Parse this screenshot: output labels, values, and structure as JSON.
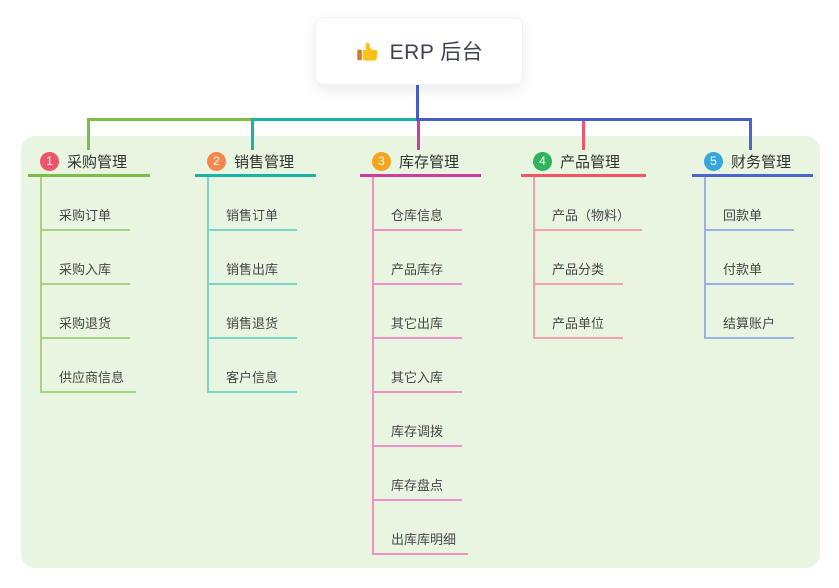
{
  "root": {
    "label": "ERP 后台",
    "icon": "thumbs-up-icon"
  },
  "colors": {
    "panel_bg": "#e7f5e1",
    "root_connector": "#4a5cc4",
    "root_text": "#3d4352"
  },
  "branches": [
    {
      "index": "1",
      "label": "采购管理",
      "badge_color": "#ee5566",
      "line_color": "#7cbd43",
      "child_line_color": "#a9d287",
      "children": [
        "采购订单",
        "采购入库",
        "采购退货",
        "供应商信息"
      ]
    },
    {
      "index": "2",
      "label": "销售管理",
      "badge_color": "#f5874a",
      "line_color": "#19b3a5",
      "child_line_color": "#7fd4c8",
      "children": [
        "销售订单",
        "销售出库",
        "销售退货",
        "客户信息"
      ]
    },
    {
      "index": "3",
      "label": "库存管理",
      "badge_color": "#f3a61d",
      "line_color": "#cb3d9e",
      "child_line_color": "#ef91c6",
      "children": [
        "仓库信息",
        "产品库存",
        "其它出库",
        "其它入库",
        "库存调拨",
        "库存盘点",
        "出库库明细"
      ]
    },
    {
      "index": "4",
      "label": "产品管理",
      "badge_color": "#2fb45c",
      "line_color": "#f25566",
      "child_line_color": "#f8a0aa",
      "children": [
        "产品（物料）",
        "产品分类",
        "产品单位"
      ]
    },
    {
      "index": "5",
      "label": "财务管理",
      "badge_color": "#38a6dc",
      "line_color": "#4a65cc",
      "child_line_color": "#9db0e5",
      "children": [
        "回款单",
        "付款单",
        "结算账户"
      ]
    }
  ]
}
